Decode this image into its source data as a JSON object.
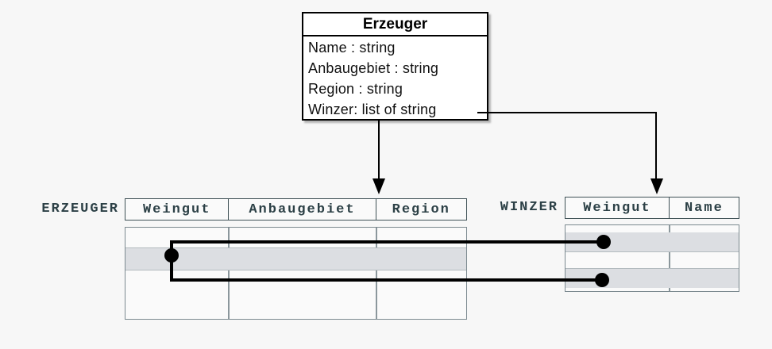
{
  "diagram": {
    "class_box": {
      "title": "Erzeuger",
      "attributes": [
        "Name : string",
        "Anbaugebiet : string",
        "Region : string",
        "Winzer: list of string"
      ]
    },
    "erzeuger_table": {
      "label": "ERZEUGER",
      "columns": [
        "Weingut",
        "Anbaugebiet",
        "Region"
      ],
      "rows": [
        {
          "shaded": false
        },
        {
          "shaded": true
        },
        {
          "shaded": false
        }
      ]
    },
    "winzer_table": {
      "label": "WINZER",
      "columns": [
        "Weingut",
        "Name"
      ],
      "rows": [
        {
          "shaded": false
        },
        {
          "shaded": true
        },
        {
          "shaded": false
        },
        {
          "shaded": true
        }
      ]
    },
    "colors": {
      "page_bg": "#f7f7f7",
      "table_bg": "#fafafa",
      "row_shade": "#dcdee2",
      "header_border": "#3f5156",
      "body_border": "#7b898f",
      "label_text": "#2c4046",
      "connector": "#000000"
    }
  }
}
